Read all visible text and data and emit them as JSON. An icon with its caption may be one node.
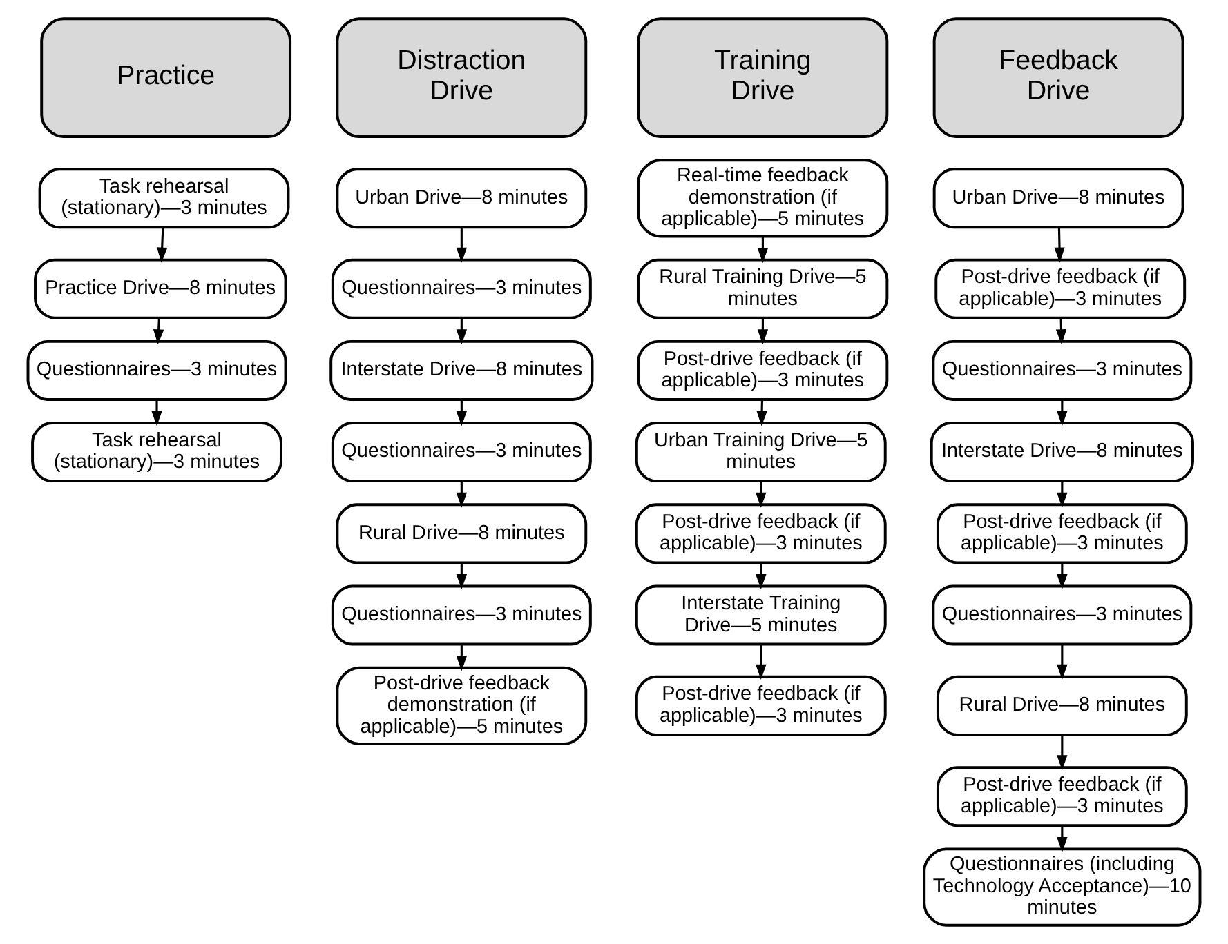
{
  "diagram": {
    "nodes": [
      {
        "text": [
          "Practice"
        ]
      },
      {
        "text": [
          "Task rehearsal (stationary)—3 minutes"
        ]
      },
      {
        "text": [
          "Practice Drive—8 minutes"
        ]
      },
      {
        "text": [
          "Questionnaires—3 minutes"
        ]
      },
      {
        "text": [
          "Task rehearsal (stationary)—3 minutes"
        ]
      },
      {
        "text": [
          "Distraction Drive"
        ]
      },
      {
        "text": [
          "Urban Drive—8 minutes"
        ]
      },
      {
        "text": [
          "Questionnaires—3 minutes"
        ]
      },
      {
        "text": [
          "Interstate Drive—8 minutes"
        ]
      },
      {
        "text": [
          "Questionnaires—3 minutes"
        ]
      },
      {
        "text": [
          "Rural Drive—8 minutes"
        ]
      },
      {
        "text": [
          "Questionnaires—3 minutes"
        ]
      },
      {
        "text": [
          "Post-drive feedback demonstration (if applicable)—5 minutes"
        ]
      },
      {
        "text": [
          "Training Drive"
        ]
      },
      {
        "text": [
          "Real-time feedback demonstration (if applicable)—5 minutes"
        ]
      },
      {
        "text": [
          "Rural Training Drive—5 minutes"
        ]
      },
      {
        "text": [
          "Post-drive feedback (if applicable)—3 minutes"
        ]
      },
      {
        "text": [
          "Urban Training Drive—5 minutes"
        ]
      },
      {
        "text": [
          "Post-drive feedback (if applicable)—3 minutes"
        ]
      },
      {
        "text": [
          "Interstate Training Drive—5 minutes"
        ]
      },
      {
        "text": [
          "Post-drive feedback (if applicable)—3 minutes"
        ]
      },
      {
        "text": [
          "Feedback Drive"
        ]
      },
      {
        "text": [
          "Urban Drive—8 minutes"
        ]
      },
      {
        "text": [
          "Post-drive feedback (if applicable)—3 minutes"
        ]
      },
      {
        "text": [
          "Questionnaires—3 minutes"
        ]
      },
      {
        "text": [
          "Interstate Drive—8 minutes"
        ]
      },
      {
        "text": [
          "Post-drive feedback (if applicable)—3 minutes"
        ]
      },
      {
        "text": [
          "Questionnaires—3 minutes"
        ]
      },
      {
        "text": [
          "Rural Drive—8 minutes"
        ]
      },
      {
        "text": [
          "Post-drive feedback (if applicable)—3 minutes"
        ]
      },
      {
        "text": [
          "Questionnaires (including Technology Acceptance)—10 minutes"
        ]
      }
    ],
    "edges": [
      {
        "from": 1,
        "to": 2,
        "arrow": "to"
      },
      {
        "from": 2,
        "to": 3,
        "arrow": "to"
      },
      {
        "from": 3,
        "to": 4,
        "arrow": "to"
      },
      {
        "from": 6,
        "to": 7,
        "arrow": "to"
      },
      {
        "from": 7,
        "to": 8,
        "arrow": "to"
      },
      {
        "from": 8,
        "to": 9,
        "arrow": "to"
      },
      {
        "from": 9,
        "to": 10,
        "arrow": "to"
      },
      {
        "from": 10,
        "to": 11,
        "arrow": "to"
      },
      {
        "from": 11,
        "to": 12,
        "arrow": "to"
      },
      {
        "from": 14,
        "to": 15,
        "arrow": "to"
      },
      {
        "from": 15,
        "to": 16,
        "arrow": "to"
      },
      {
        "from": 16,
        "to": 17,
        "arrow": "to"
      },
      {
        "from": 17,
        "to": 18,
        "arrow": "to"
      },
      {
        "from": 18,
        "to": 19,
        "arrow": "to"
      },
      {
        "from": 19,
        "to": 20,
        "arrow": "to"
      },
      {
        "from": 22,
        "to": 23,
        "arrow": "to"
      },
      {
        "from": 23,
        "to": 24,
        "arrow": "to"
      },
      {
        "from": 24,
        "to": 25,
        "arrow": "to"
      },
      {
        "from": 25,
        "to": 26,
        "arrow": "to"
      },
      {
        "from": 26,
        "to": 27,
        "arrow": "to"
      },
      {
        "from": 27,
        "to": 28,
        "arrow": "to"
      },
      {
        "from": 28,
        "to": 29,
        "arrow": "to"
      },
      {
        "from": 29,
        "to": 30,
        "arrow": "to"
      }
    ]
  }
}
